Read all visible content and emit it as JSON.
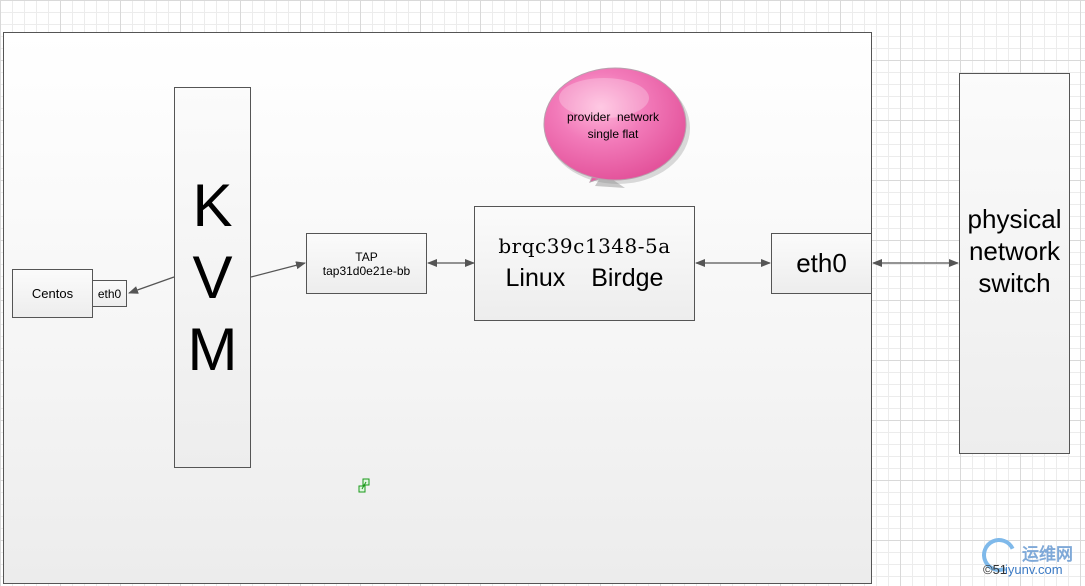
{
  "nodes": {
    "centos": "Centos",
    "vm_eth0": "eth0",
    "kvm_letters": [
      "K",
      "V",
      "M"
    ],
    "tap_title": "TAP",
    "tap_name": "tap31d0e21e-bb",
    "bridge_name": "brqc39c1348-5a",
    "bridge_type": "Linux  Birdge",
    "host_eth0": "eth0",
    "switch_lines": [
      "physical",
      "network",
      "switch"
    ]
  },
  "callout": {
    "line1": "provider  network",
    "line2": "single flat",
    "color": "#ee6fb0"
  },
  "watermark": {
    "title": "运维网",
    "url": "iyunv.com",
    "prefix": "©51"
  }
}
